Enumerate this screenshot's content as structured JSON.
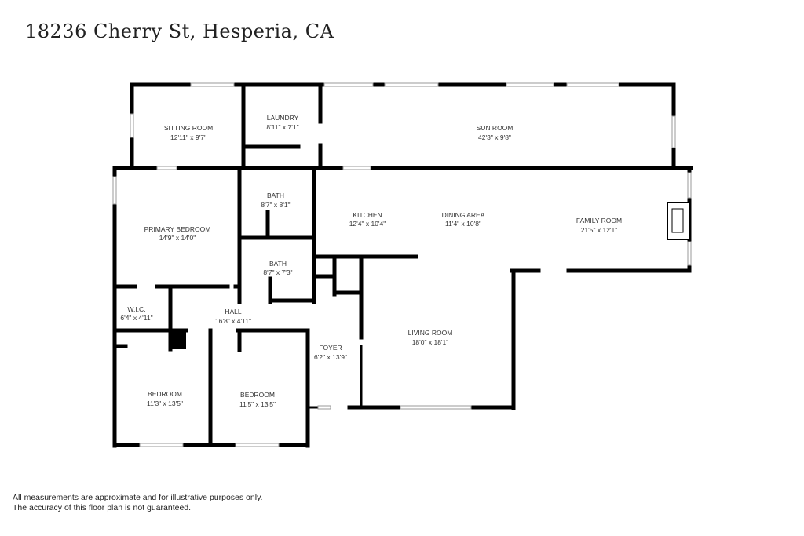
{
  "title": "18236 Cherry St, Hesperia, CA",
  "rooms": {
    "sitting": {
      "name": "SITTING ROOM",
      "dims": "12'11\" x 9'7\""
    },
    "laundry": {
      "name": "LAUNDRY",
      "dims": "8'11\" x 7'1\""
    },
    "sun": {
      "name": "SUN ROOM",
      "dims": "42'3\" x 9'8\""
    },
    "primary": {
      "name": "PRIMARY BEDROOM",
      "dims": "14'9\" x 14'0\""
    },
    "bath1": {
      "name": "BATH",
      "dims": "8'7\" x 8'1\""
    },
    "bath2": {
      "name": "BATH",
      "dims": "8'7\" x 7'3\""
    },
    "kitchen": {
      "name": "KITCHEN",
      "dims": "12'4\" x 10'4\""
    },
    "dining": {
      "name": "DINING AREA",
      "dims": "11'4\" x 10'8\""
    },
    "family": {
      "name": "FAMILY ROOM",
      "dims": "21'5\" x 12'1\""
    },
    "wic": {
      "name": "W.I.C.",
      "dims": "6'4\" x 4'11\""
    },
    "hall": {
      "name": "HALL",
      "dims": "16'8\" x 4'11\""
    },
    "foyer": {
      "name": "FOYER",
      "dims": "6'2\" x 13'9\""
    },
    "living": {
      "name": "LIVING ROOM",
      "dims": "18'0\" x 18'1\""
    },
    "bed1": {
      "name": "BEDROOM",
      "dims": "11'3\" x 13'5\""
    },
    "bed2": {
      "name": "BEDROOM",
      "dims": "11'5\" x 13'5\""
    }
  },
  "disclaimer": {
    "line1": "All measurements are approximate and for illustrative purposes only.",
    "line2": "The accuracy of this floor plan is not guaranteed."
  }
}
